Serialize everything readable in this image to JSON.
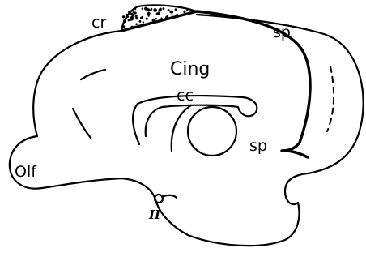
{
  "labels": {
    "cr": "cr",
    "sp_top": "sp",
    "cing": "Cing",
    "cc": "cc",
    "sp_right": "sp",
    "olf": "Olf",
    "ii": "II"
  },
  "colors": {
    "ink": "#000000",
    "paper": "#ffffff"
  }
}
